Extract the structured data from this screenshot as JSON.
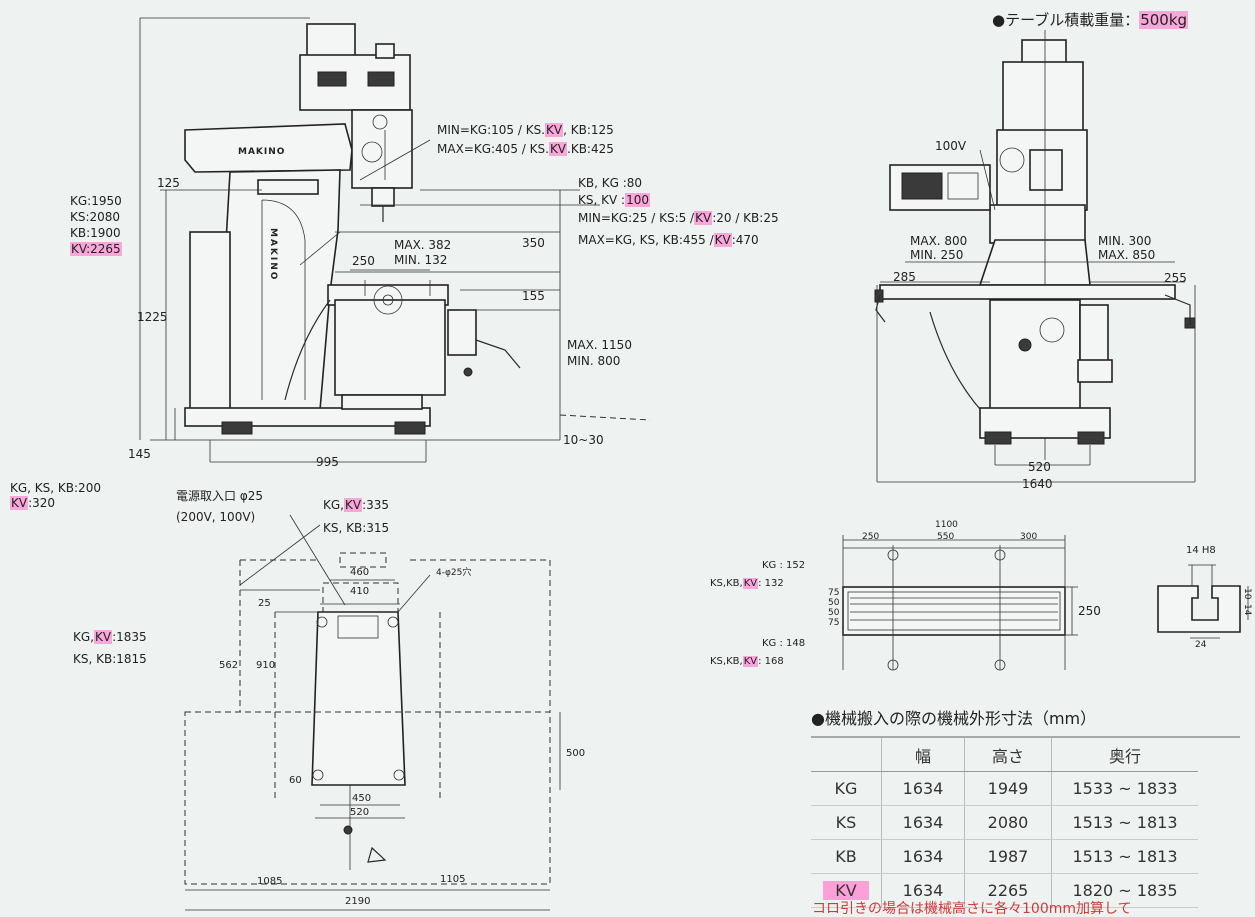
{
  "header": {
    "load_label": "●テーブル積載重量：",
    "load_value": "500kg"
  },
  "side_view": {
    "brand": "MAKINO",
    "column_text": "MAKINO",
    "height_kg": "KG:1950",
    "height_ks": "KS:2080",
    "height_kb": "KB:1900",
    "height_kv": "KV:2265",
    "dim_125": "125",
    "dim_1225": "1225",
    "dim_145": "145",
    "dim_995": "995",
    "dim_10_30": "10~30",
    "dim_250": "250",
    "dim_350": "350",
    "dim_155": "155",
    "ram_max": "MAX. 382",
    "ram_min": "MIN. 132",
    "knee_max": "MAX. 1150",
    "knee_min": "MIN. 800",
    "spindle_min_a": "MIN=KG:105 / KS.",
    "spindle_min_kv": "KV",
    "spindle_min_b": ", KB:125",
    "spindle_max_a": "MAX=KG:405 / KS.",
    "spindle_max_kv": "KV",
    "spindle_max_b": ".KB:425",
    "quill_kb_kg": "KB, KG :80",
    "quill_ks_kv_a": "KS, KV :",
    "quill_ks_kv_b": "100",
    "quill_min_a": "MIN=KG:25 / KS:5 /",
    "quill_min_kv": "KV",
    "quill_min_b": ":20 / KB:25",
    "quill_max_a": "MAX=KG, KS, KB:455 /",
    "quill_max_kv": "KV",
    "quill_max_b": ":470",
    "base_note_a": "KG, KS, KB:200",
    "base_note_kv": "KV",
    "base_note_b": ":320"
  },
  "front_view": {
    "voltage": "100V",
    "left_max": "MAX. 800",
    "left_min": "MIN. 250",
    "right_min": "MIN. 300",
    "right_max": "MAX. 850",
    "dim_285": "285",
    "dim_255": "255",
    "dim_520": "520",
    "dim_1640": "1640"
  },
  "plan_view": {
    "power_inlet": "電源取入口 φ25",
    "power_voltage": "(200V, 100V)",
    "kg_kv_a": "KG,",
    "kg_kv_kv": "KV",
    "kg_kv_b": ":335",
    "ks_kb": "KS, KB:315",
    "dim_460": "460",
    "dim_410": "410",
    "holes": "4-φ25穴",
    "dim_25": "25",
    "depth_a": "KG,",
    "depth_kv": "KV",
    "depth_b": ":1835",
    "depth_ks_kb": "KS, KB:1815",
    "dim_562": "562",
    "dim_910": "910",
    "dim_500": "500",
    "dim_60": "60",
    "dim_450": "450",
    "dim_520": "520",
    "dim_1085": "1085",
    "dim_1105": "1105",
    "dim_2190": "2190"
  },
  "table_view": {
    "dim_1100": "1100",
    "dim_250": "250",
    "dim_550": "550",
    "dim_300": "300",
    "kg_152": "KG : 152",
    "ks_kb_a": "KS,KB,",
    "ks_kb_kv": "KV",
    "ks_kb_b": ": 132",
    "kg_148": "KG : 148",
    "ks_kb2_a": "KS,KB,",
    "ks_kb2_kv": "KV",
    "ks_kb2_b": ": 168",
    "slot_75a": "75",
    "slot_50a": "50",
    "slot_50b": "50",
    "slot_75b": "75",
    "width_250": "250"
  },
  "tslot": {
    "label": "14 H8",
    "dim_24": "24",
    "dim_10": "10",
    "dim_14": "14"
  },
  "spec_table": {
    "title": "●機械搬入の際の機械外形寸法（mm）",
    "headers": [
      "",
      "幅",
      "高さ",
      "奥行"
    ],
    "rows": [
      {
        "model": "KG",
        "width": "1634",
        "height": "1949",
        "depth": "1533 ~ 1833"
      },
      {
        "model": "KS",
        "width": "1634",
        "height": "2080",
        "depth": "1513 ~ 1813"
      },
      {
        "model": "KB",
        "width": "1634",
        "height": "1987",
        "depth": "1513 ~ 1813"
      },
      {
        "model": "KV",
        "width": "1634",
        "height": "2265",
        "depth": "1820 ~ 1835"
      }
    ],
    "footnote": "コロ引きの場合は機械高さに各々100mm加算して"
  },
  "colors": {
    "highlight": "#ff9ad6",
    "paper": "#eef2f1",
    "ink": "#222222",
    "footnote": "#d23a3a"
  }
}
